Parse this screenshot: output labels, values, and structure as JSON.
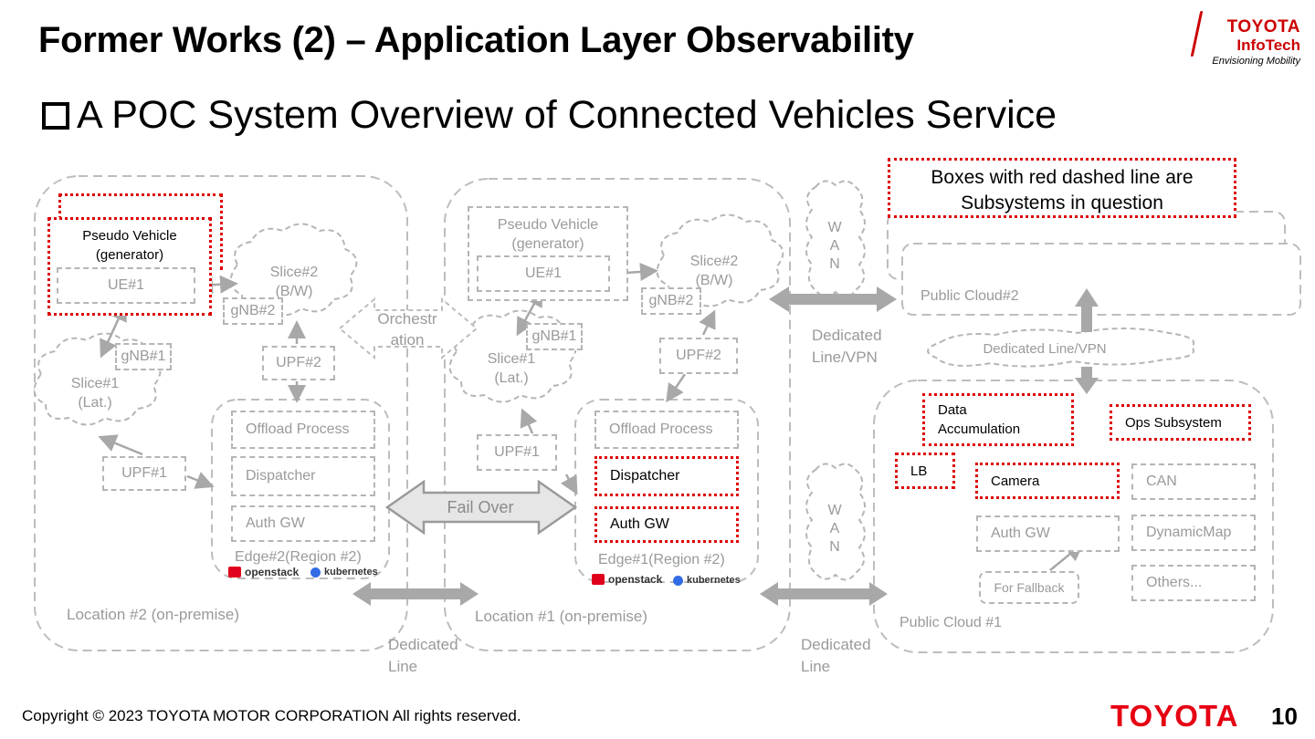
{
  "title": "Former Works (2) – Application Layer Observability",
  "subtitle": "A POC System Overview of Connected Vehicles Service",
  "logo": {
    "line1": "TOYOTA",
    "line2": "InfoTech",
    "tagline": "Envisioning Mobility"
  },
  "note": {
    "line1": "Boxes with red dashed line are",
    "line2": "Subsystems in question"
  },
  "location2": {
    "label": "Location #2 (on-premise)",
    "pseudo_vehicle": {
      "line1": "Pseudo Vehicle",
      "line2": "(generator)"
    },
    "ue": "UE#1",
    "slice2": {
      "line1": "Slice#2",
      "line2": "(B/W)"
    },
    "gnb2": "gNB#2",
    "gnb1": "gNB#1",
    "slice1": {
      "line1": "Slice#1",
      "line2": "(Lat.)"
    },
    "upf2": "UPF#2",
    "upf1": "UPF#1",
    "offload": "Offload Process",
    "dispatcher": "Dispatcher",
    "authgw": "Auth GW",
    "edge": "Edge#2(Region #2)"
  },
  "orchestration": {
    "line1": "Orchestr",
    "line2": "ation"
  },
  "failover": "Fail Over",
  "location1": {
    "label": "Location #1 (on-premise)",
    "pseudo_vehicle": {
      "line1": "Pseudo Vehicle",
      "line2": "(generator)"
    },
    "ue": "UE#1",
    "slice2": {
      "line1": "Slice#2",
      "line2": "(B/W)"
    },
    "gnb2": "gNB#2",
    "gnb1": "gNB#1",
    "slice1": {
      "line1": "Slice#1",
      "line2": "(Lat.)"
    },
    "upf2": "UPF#2",
    "upf1": "UPF#1",
    "offload": "Offload Process",
    "dispatcher": "Dispatcher",
    "authgw": "Auth GW",
    "edge": "Edge#1(Region #2)"
  },
  "logos": {
    "openstack": "openstack",
    "kubernetes": "kubernetes"
  },
  "dedicated_line": {
    "line1": "Dedicated",
    "line2": "Line"
  },
  "dedicated_vpn": {
    "line1": "Dedicated",
    "line2": "Line/VPN"
  },
  "wan": [
    "W",
    "A",
    "N"
  ],
  "public_cloud2": "Public Cloud#2",
  "cloud_link": "Dedicated Line/VPN",
  "public_cloud1": {
    "label": "Public Cloud #1",
    "data_acc": {
      "line1": "Data",
      "line2": "Accumulation"
    },
    "ops": "Ops Subsystem",
    "lb": "LB",
    "camera": "Camera",
    "can": "CAN",
    "authgw": "Auth GW",
    "dynamicmap": "DynamicMap",
    "fallback": "For Fallback",
    "others": "Others..."
  },
  "copyright": "Copyright ©  2023 TOYOTA MOTOR CORPORATION All rights reserved.",
  "footer_logo": "TOYOTA",
  "page_number": "10"
}
